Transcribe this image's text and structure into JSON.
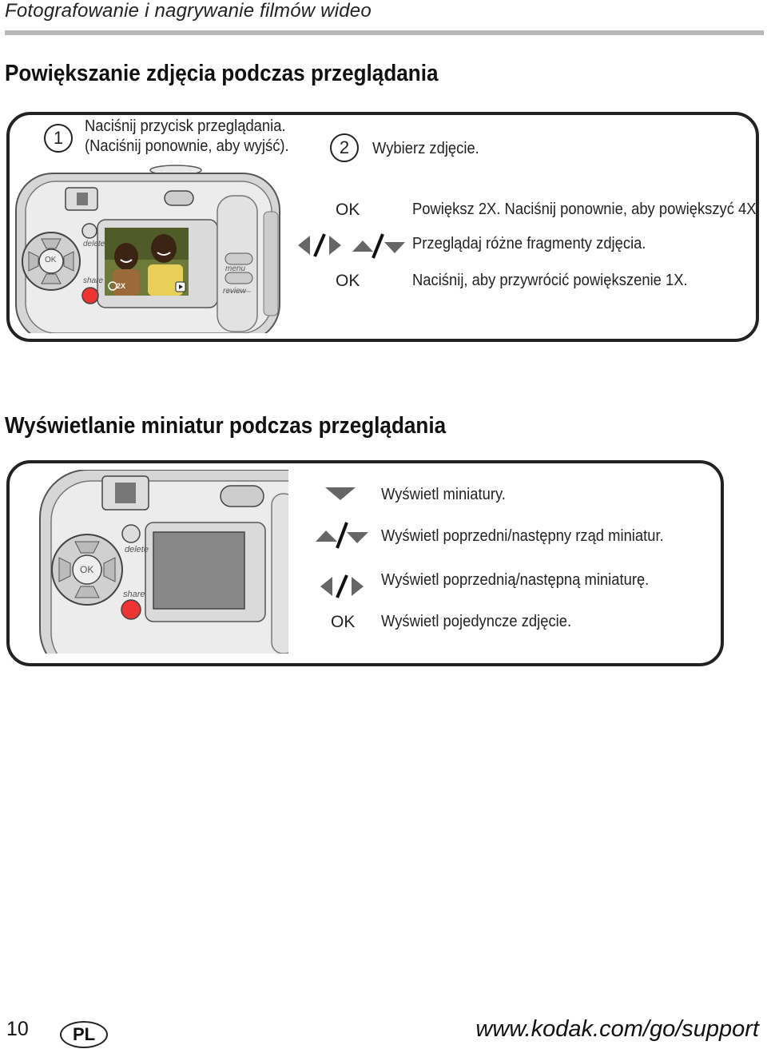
{
  "header": {
    "title": "Fotografowanie i nagrywanie filmów wideo"
  },
  "zoom_section": {
    "heading": "Powiększanie zdjęcia podczas przeglądania",
    "step1": {
      "number": "1",
      "line1": "Naciśnij przycisk przeglądania.",
      "line2": "(Naciśnij ponownie, aby wyjść)."
    },
    "step2": {
      "number": "2",
      "text": "Wybierz zdjęcie."
    },
    "camera": {
      "ok_label": "OK",
      "delete_label": "delete",
      "share_label": "share",
      "menu_label": "menu",
      "review_label": "review",
      "zoom_badge": "2X"
    },
    "instructions": [
      {
        "key": "OK",
        "text": "Powiększ 2X. Naciśnij ponownie, aby powiększyć 4X."
      },
      {
        "key": "",
        "text": "Przeglądaj różne fragmenty zdjęcia."
      },
      {
        "key": "OK",
        "text": "Naciśnij, aby przywrócić powiększenie 1X."
      }
    ]
  },
  "thumb_section": {
    "heading": "Wyświetlanie miniatur podczas przeglądania",
    "camera": {
      "ok_label": "OK",
      "delete_label": "delete",
      "share_label": "share"
    },
    "instructions": [
      {
        "key": "",
        "text": "Wyświetl miniatury."
      },
      {
        "key": "",
        "text": "Wyświetl poprzedni/następny rząd miniatur."
      },
      {
        "key": "",
        "text": "Wyświetl poprzednią/następną miniaturę."
      },
      {
        "key": "OK",
        "text": "Wyświetl pojedyncze zdjęcie."
      }
    ]
  },
  "footer": {
    "page_number": "10",
    "language_badge": "PL",
    "url": "www.kodak.com/go/support"
  }
}
